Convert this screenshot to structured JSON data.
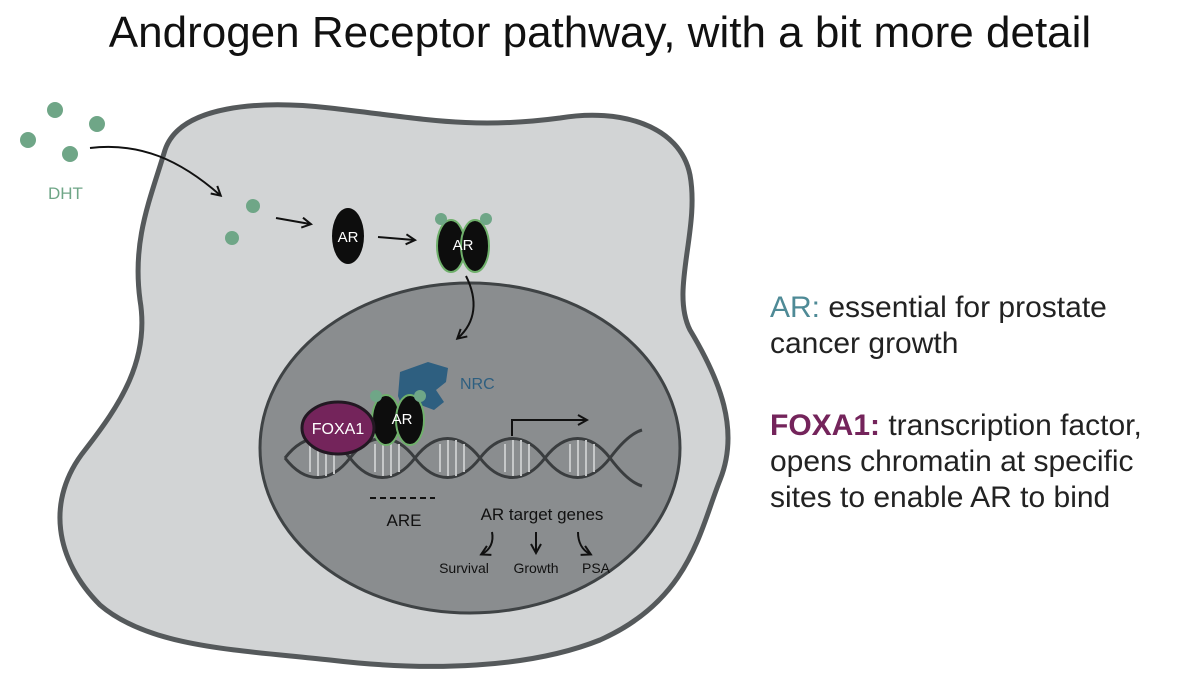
{
  "title": "Androgen Receptor pathway, with a bit more detail",
  "labels": {
    "dht": "DHT",
    "ar_cytoplasm": "AR",
    "ar_dimer": "AR",
    "ar_bound": "AR",
    "nrc": "NRC",
    "foxa1": "FOXA1",
    "are": "ARE",
    "target_genes": "AR target genes",
    "survival": "Survival",
    "growth": "Growth",
    "psa": "PSA"
  },
  "legend": {
    "ar_term": "AR:",
    "ar_desc_line1": " essential for prostate",
    "ar_desc_line2": "cancer growth",
    "foxa_term": "FOXA1:",
    "foxa_desc_line1": " transcription factor,",
    "foxa_desc_line2": "opens chromatin at specific",
    "foxa_desc_line3": "sites to enable AR to bind"
  },
  "colors": {
    "dht_dot": "#6fa687",
    "cell_fill": "#d2d4d5",
    "cell_outline": "#55595b",
    "nucleus_fill": "#8a8d8f",
    "ar_fill": "#0d0d0d",
    "ar_outline": "#6fb06b",
    "foxa1_fill": "#74245b",
    "nrc_fill": "#2e5f80",
    "ar_text_color": "#4e8a96",
    "foxa_text_color": "#74245b"
  }
}
